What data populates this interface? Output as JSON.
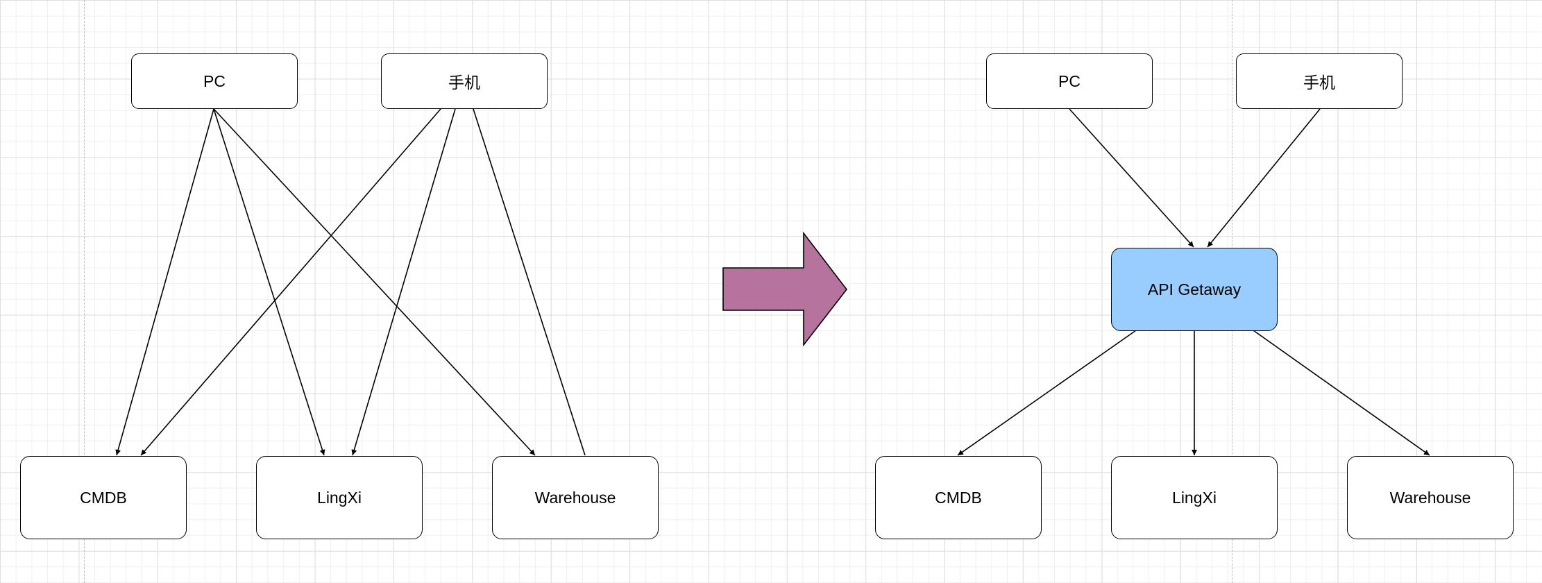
{
  "colors": {
    "canvas": "#ffffff",
    "grid": "#dedede",
    "node_fill": "#ffffff",
    "node_stroke": "#000000",
    "gateway_fill": "#99ccff",
    "arrow_fill": "#b5739d"
  },
  "before": {
    "nodes": {
      "pc": "PC",
      "mobile": "手机",
      "cmdb": "CMDB",
      "lingxi": "LingXi",
      "warehouse": "Warehouse"
    }
  },
  "after": {
    "nodes": {
      "pc": "PC",
      "mobile": "手机",
      "gateway": "API Getaway",
      "cmdb": "CMDB",
      "lingxi": "LingXi",
      "warehouse": "Warehouse"
    }
  },
  "transition_icon": "right-arrow-icon"
}
